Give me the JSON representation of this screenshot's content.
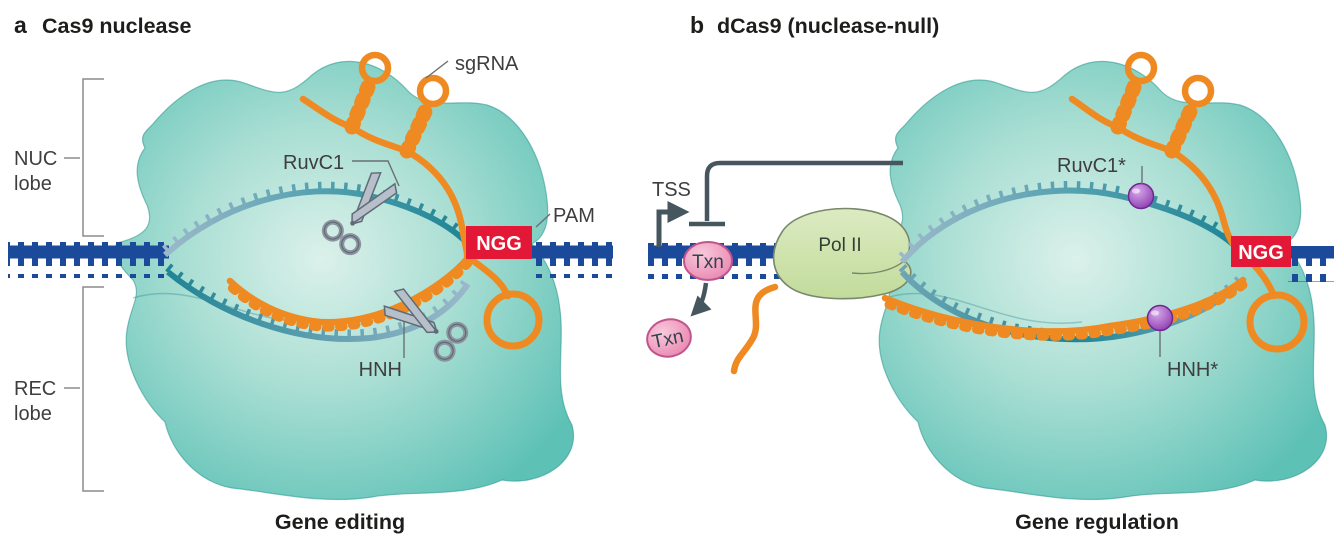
{
  "figure": {
    "caption_left": "Gene editing",
    "caption_right": "Gene regulation"
  },
  "panel_a": {
    "marker": "a",
    "title": "Cas9 nuclease",
    "caption": "Gene editing",
    "labels": {
      "nuc_line1": "NUC",
      "nuc_line2": "lobe",
      "rec_line1": "REC",
      "rec_line2": "lobe",
      "sgrna": "sgRNA",
      "ruvc1": "RuvC1",
      "hnh": "HNH",
      "pam": "PAM",
      "pam_site": "NGG"
    }
  },
  "panel_b": {
    "marker": "b",
    "title": "dCas9 (nuclease-null)",
    "caption": "Gene regulation",
    "labels": {
      "tss": "TSS",
      "txn_bound": "Txn",
      "txn_released": "Txn",
      "pol2": "Pol II",
      "ruvc1_mut": "RuvC1*",
      "hnh_mut": "HNH*",
      "pam_site": "NGG"
    }
  },
  "colors": {
    "protein_teal_edge": "#5ec1b6",
    "protein_teal_center": "#d8efe9",
    "dna_blue": "#1b4a9b",
    "strand_teal_dark": "#1f8494",
    "strand_steel_light": "#9bb9ca",
    "sgrna_orange": "#ee8a21",
    "pam_red": "#e31837",
    "scissors_gray": "#b7c0ca",
    "inactive_site_purple": "#9b4fc0",
    "txn_pink": "#ef9fc0",
    "pol2_green": "#cfe3ad",
    "arrow_slate": "#45565f"
  }
}
